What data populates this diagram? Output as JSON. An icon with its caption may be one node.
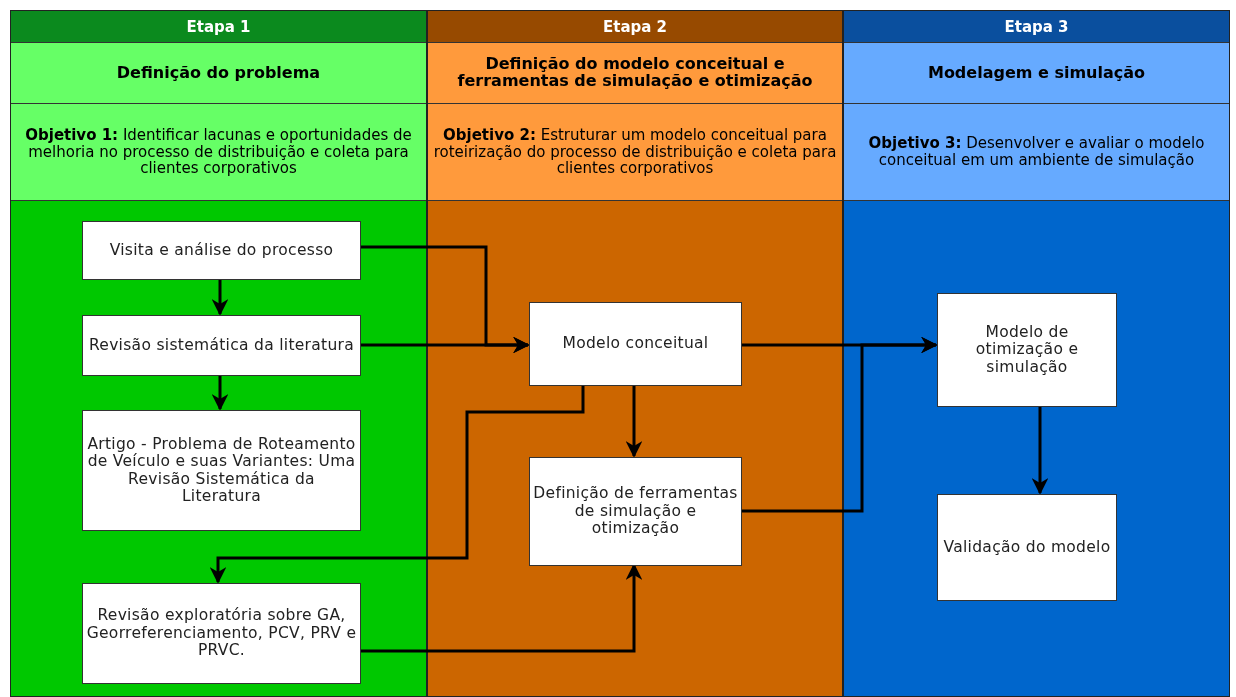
{
  "diagram": {
    "nodes": [
      {
        "text": [
          "Etapa 1",
          "Definição do problema",
          "**Objetivo 1:** Identificar lacunas e oportunidades de melhoria no processo de distribuição e coleta para clientes corporativos"
        ]
      },
      {
        "text": [
          "Etapa 2",
          "Definição do modelo conceitual e ferramentas de simulação e otimização",
          "**Objetivo 2:** Estruturar um modelo conceitual para roteirização do processo de distribuição e coleta para clientes corporativos"
        ]
      },
      {
        "text": [
          "Etapa 3",
          "Modelagem e simulação",
          "**Objetivo 3:** Desenvolver e avaliar o modelo conceitual em um ambiente de simulação"
        ]
      },
      {
        "text": [
          "Visita e análise do processo"
        ],
        "in": 0
      },
      {
        "text": [
          "Revisão sistemática da literatura"
        ],
        "in": 0
      },
      {
        "text": [
          "Artigo - Problema de Roteamento de Veículo e suas Variantes: Uma Revisão Sistemática da Literatura"
        ],
        "in": 0
      },
      {
        "text": [
          "Revisão exploratória sobre GA, Georreferenciamento, PCV, PRV e PRVC."
        ],
        "in": 0
      },
      {
        "text": [
          "Modelo conceitual"
        ],
        "in": 1
      },
      {
        "text": [
          "Definição de ferramentas de simulação e otimização"
        ],
        "in": 1
      },
      {
        "text": [
          "Modelo de otimização e simulação"
        ],
        "in": 2
      },
      {
        "text": [
          "Validação do modelo"
        ],
        "in": 2
      }
    ],
    "edges": [
      {
        "from": 3,
        "to": 4,
        "arrow": "to"
      },
      {
        "from": 4,
        "to": 5,
        "arrow": "to"
      },
      {
        "from": 3,
        "to": 7,
        "arrow": "to"
      },
      {
        "from": 4,
        "to": 7,
        "arrow": "to"
      },
      {
        "from": 7,
        "to": 6,
        "arrow": "to"
      },
      {
        "from": 7,
        "to": 8,
        "arrow": "to"
      },
      {
        "from": 6,
        "to": 8,
        "arrow": "to"
      },
      {
        "from": 7,
        "to": 9,
        "arrow": "to"
      },
      {
        "from": 8,
        "to": 9,
        "arrow": "to"
      },
      {
        "from": 9,
        "to": 10,
        "arrow": "to"
      }
    ]
  }
}
